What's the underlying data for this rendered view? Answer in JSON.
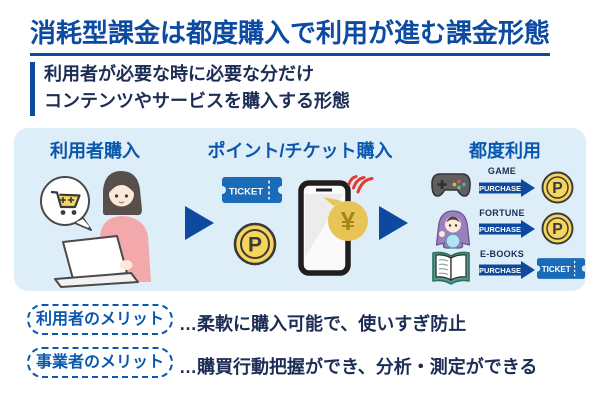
{
  "page": {
    "title": "消耗型課金は都度購入で利用が進む課金形態",
    "subtitle": {
      "line1": "利用者が必要な時に必要な分だけ",
      "line2": "コンテンツやサービスを購入する形態"
    }
  },
  "flow": {
    "steps": [
      {
        "label": "利用者購入"
      },
      {
        "label": "ポイント/チケット購入"
      },
      {
        "label": "都度利用"
      }
    ],
    "ticket_label": "TICKET",
    "point_symbol": "P",
    "yen_symbol": "¥",
    "usage_items": [
      {
        "name": "GAME",
        "action": "PURCHASE",
        "reward": "point"
      },
      {
        "name": "FORTUNE",
        "action": "PURCHASE",
        "reward": "point"
      },
      {
        "name": "E-BOOKS",
        "action": "PURCHASE",
        "reward": "ticket"
      }
    ]
  },
  "merits": [
    {
      "label": "利用者のメリット",
      "description": "…柔軟に購入可能で、使いすぎ防止"
    },
    {
      "label": "事業者のメリット",
      "description": "…購買行動把握ができ、分析・測定ができる"
    }
  ],
  "colors": {
    "title_blue": "#0d4aa2",
    "header_blue": "#0a58ad",
    "navy_text": "#1c2d55",
    "panel_bg": "#ddeef9",
    "arrow_blue": "#0d4a9f",
    "ticket_blue": "#1a6cb8",
    "coin_yellow": "#f6d55c",
    "signal_red": "#e23b30",
    "yen_bubble": "#e8c457"
  }
}
